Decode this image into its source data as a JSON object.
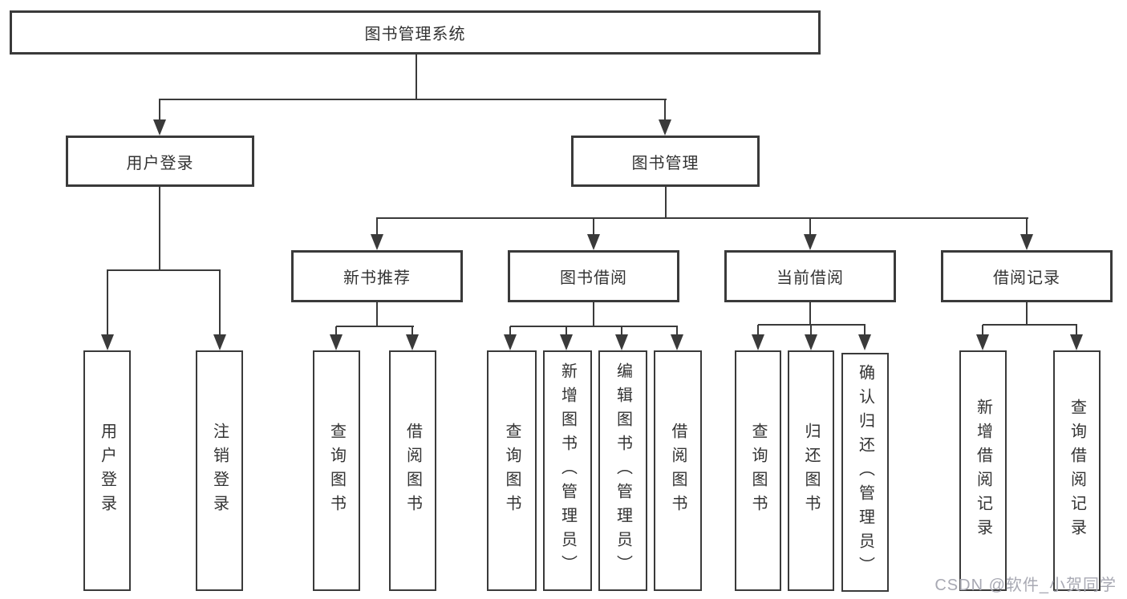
{
  "diagram": {
    "root": {
      "label": "图书管理系统"
    },
    "branches": [
      {
        "label": "用户登录",
        "children": [
          {
            "label": "用户登录"
          },
          {
            "label": "注销登录"
          }
        ]
      },
      {
        "label": "图书管理",
        "children": [
          {
            "label": "新书推荐",
            "children": [
              {
                "label": "查询图书"
              },
              {
                "label": "借阅图书"
              }
            ]
          },
          {
            "label": "图书借阅",
            "children": [
              {
                "label": "查询图书"
              },
              {
                "label": "新增图书（管理员）"
              },
              {
                "label": "编辑图书（管理员）"
              },
              {
                "label": "借阅图书"
              }
            ]
          },
          {
            "label": "当前借阅",
            "children": [
              {
                "label": "查询图书"
              },
              {
                "label": "归还图书"
              },
              {
                "label": "确认归还（管理员）"
              }
            ]
          },
          {
            "label": "借阅记录",
            "children": [
              {
                "label": "新增借阅记录"
              },
              {
                "label": "查询借阅记录"
              }
            ]
          }
        ]
      }
    ]
  },
  "watermark": {
    "text": "CSDN @软件_小贺同学"
  },
  "colors": {
    "line": "#3a3a3a",
    "text": "#333333",
    "background": "#ffffff",
    "watermark": "#a8a9b3"
  }
}
